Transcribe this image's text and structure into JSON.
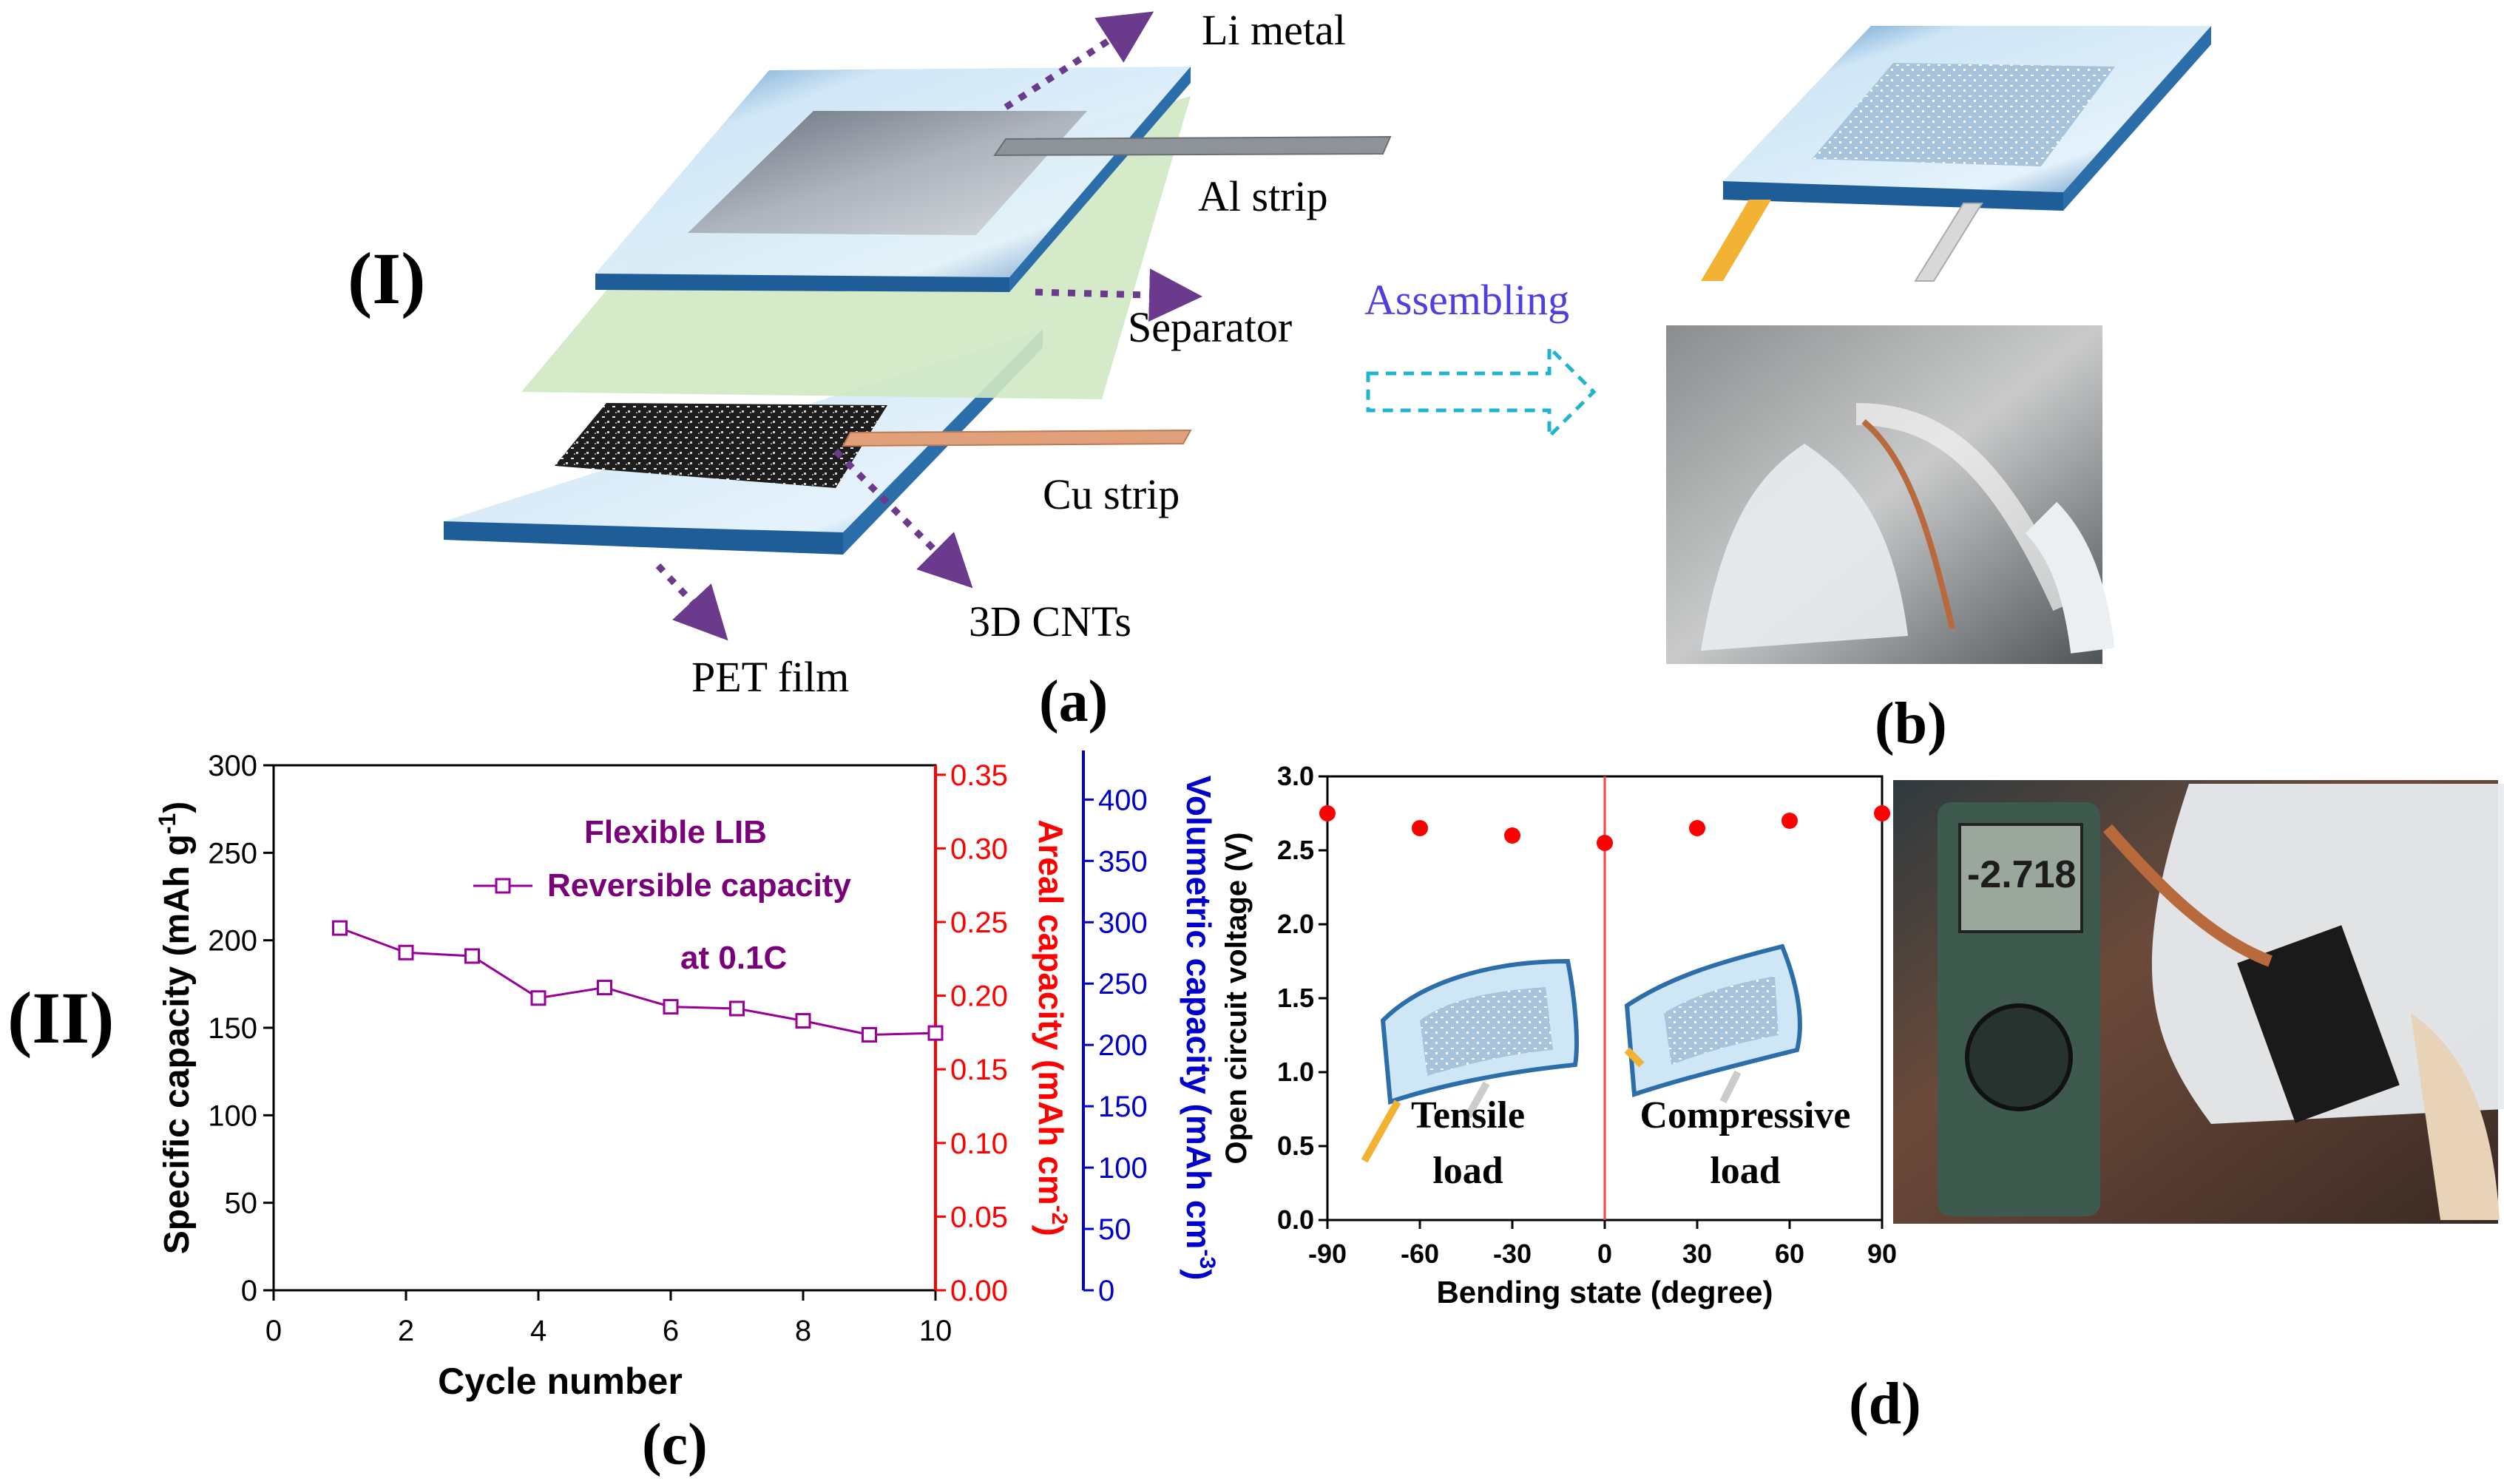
{
  "panel_labels": {
    "row1": "(I)",
    "row2": "(II)",
    "a": "(a)",
    "b": "(b)",
    "c": "(c)",
    "d": "(d)"
  },
  "diagram": {
    "labels": {
      "li_metal": "Li metal",
      "al_strip": "Al strip",
      "separator": "Separator",
      "cu_strip": "Cu strip",
      "cnts": "3D CNTs",
      "pet_film": "PET film"
    },
    "assembling": "Assembling"
  },
  "colors": {
    "areal_axis": "#ff0000",
    "volumetric_axis": "#0000cc",
    "series": "#990099",
    "ocv_points": "#ff0000",
    "arrow": "#6b3a8c",
    "assembly_arrow": "#22b3d3"
  },
  "chart_data": [
    {
      "id": "c",
      "type": "line",
      "xlabel": "Cycle number",
      "ylabel": "Specific capacity (mAh g",
      "ylabel_sup": "-1",
      "ylabel_end": ")",
      "xlim": [
        0,
        10
      ],
      "ylim": [
        0,
        300
      ],
      "xticks": [
        0,
        2,
        4,
        6,
        8,
        10
      ],
      "yticks": [
        0,
        50,
        100,
        150,
        200,
        250,
        300
      ],
      "x": [
        1,
        2,
        3,
        4,
        5,
        6,
        7,
        8,
        9,
        10
      ],
      "series": [
        {
          "name": "Reversible capacity",
          "values": [
            207,
            193,
            191,
            167,
            173,
            162,
            161,
            154,
            146,
            147
          ]
        }
      ],
      "annotations": [
        "Flexible LIB",
        "at 0.1C"
      ],
      "right_axes": [
        {
          "label": "Areal capacity (mAh cm",
          "label_sup": "-2",
          "label_end": ")",
          "ylim": [
            0,
            0.35
          ],
          "ticks": [
            "0.00",
            "0.05",
            "0.10",
            "0.15",
            "0.20",
            "0.25",
            "0.30",
            "0.35"
          ]
        },
        {
          "label": "Volumetric capacity (mAh cm",
          "label_sup": "-3",
          "label_end": ")",
          "ylim": [
            0,
            440
          ],
          "ticks": [
            "0",
            "50",
            "100",
            "150",
            "200",
            "250",
            "300",
            "350",
            "400"
          ]
        }
      ]
    },
    {
      "id": "d",
      "type": "scatter",
      "xlabel": "Bending state (degree)",
      "ylabel": "Open circuit voltage (V)",
      "xlim": [
        -90,
        90
      ],
      "ylim": [
        0,
        3.0
      ],
      "xticks": [
        -90,
        -60,
        -30,
        0,
        30,
        60,
        90
      ],
      "yticks": [
        "0.0",
        "0.5",
        "1.0",
        "1.5",
        "2.0",
        "2.5",
        "3.0"
      ],
      "x": [
        -90,
        -60,
        -30,
        0,
        30,
        60,
        90
      ],
      "y": [
        2.75,
        2.65,
        2.6,
        2.55,
        2.65,
        2.7,
        2.75
      ],
      "annotations": [
        {
          "line1": "Tensile",
          "line2": "load"
        },
        {
          "line1": "Compressive",
          "line2": "load"
        }
      ]
    }
  ],
  "photo_d": {
    "display": "-2.718"
  }
}
